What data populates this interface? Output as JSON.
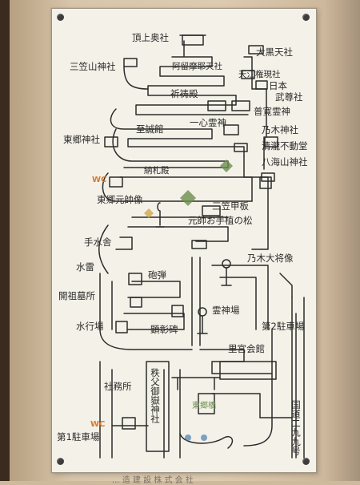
{
  "board": {
    "bottom_text_cut": "... 造 建 設 株 式 会 社"
  },
  "labels": {
    "chojo_okusha": "頂上奥社",
    "daikokuten_sha": "大黒天社",
    "mikasayama_jinja": "三笠山神社",
    "aramabarimaten_sha": "阿留摩耶天社",
    "tenko_gongen_sha": "天江権現社",
    "nihon_buson_sha": "日本",
    "butsuson_sha": "武尊社",
    "kitoden": "祈祷殿",
    "fukan_reijin": "普寛霊神",
    "togo_jinja": "東郷神社",
    "shiseikan": "至誠館",
    "isshin_reijin": "一心霊神",
    "nogi_jinja": "乃木神社",
    "kiyotaki_fudodo": "清瀧不動堂",
    "hakkaisan_jinja": "八海山神社",
    "nofuden": "納札殿",
    "wc_1": "WC",
    "togo_gensui_zo": "東郷元帥像",
    "mikasa_kohan": "三笠甲板",
    "gensui_otemaki": "元帥お手植の松",
    "temizusha": "手水舎",
    "nogi_taisho_zo": "乃木大将像",
    "suirai": "水雷",
    "hodan": "砲弾",
    "kaiso_bosho": "開祖墓所",
    "reijinba": "霊神場",
    "gyoba": "水行場",
    "kenshohi": "顕彰碑",
    "dai2_chushajo": "第2駐車場",
    "satomiya_kaikan": "里宮会館",
    "shamusho": "社務所",
    "chichibu_ontake": "秩父御嶽神社",
    "wc_2": "WC",
    "dai1_chushajo": "第1駐車場",
    "kokudo_299": "国道二九九号",
    "tomei_bashi": "東郷橋"
  },
  "colors": {
    "board": "#f4f1e8",
    "ink": "#2b2b2b",
    "wc": "#d67a2e",
    "wall": "#cdb99c"
  }
}
